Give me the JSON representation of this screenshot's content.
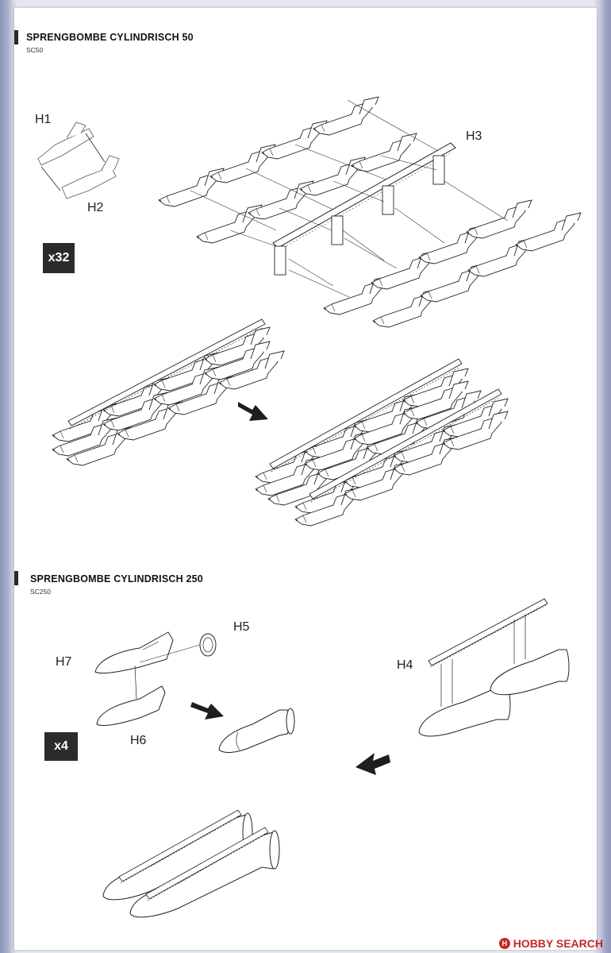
{
  "section1": {
    "title": "SPRENGBOMBE CYLINDRISCH 50",
    "subtitle": "SC50",
    "parts": [
      "H1",
      "H2",
      "H3"
    ],
    "quantity": "x32"
  },
  "section2": {
    "title": "SPRENGBOMBE CYLINDRISCH 250",
    "subtitle": "SC250",
    "parts": [
      "H5",
      "H7",
      "H4",
      "H6"
    ],
    "quantity": "x4"
  },
  "watermark": {
    "logo": "H",
    "text": "HOBBY SEARCH"
  },
  "icons": [
    "arrow-icon",
    "bomb-icon",
    "rack-icon"
  ]
}
